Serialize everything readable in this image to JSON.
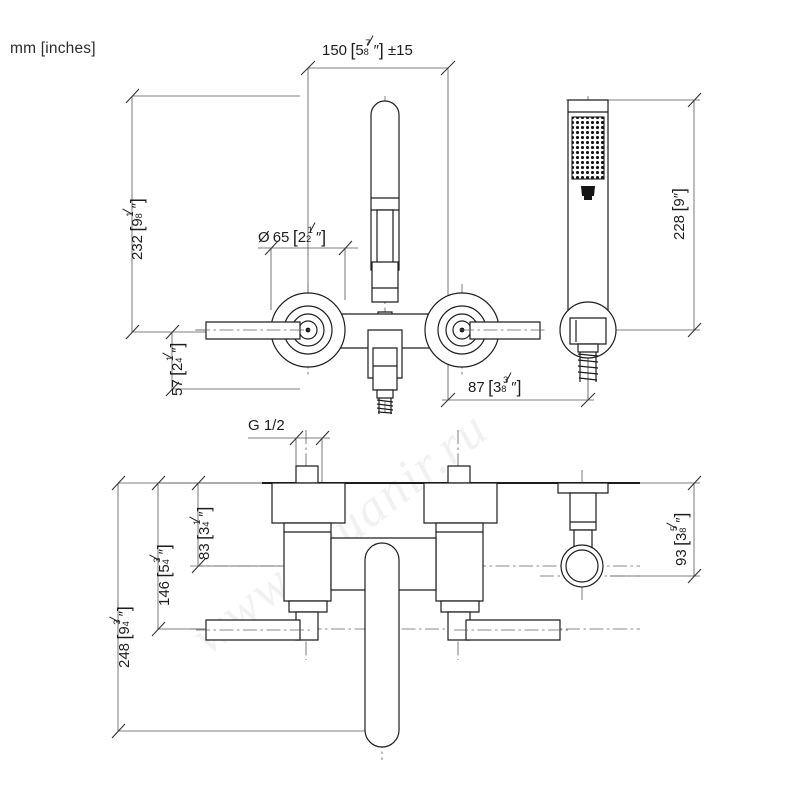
{
  "sheet": {
    "unit_note": "mm [inches]",
    "watermark": "www.aquanir.ru",
    "line_color": "#1d1d1d",
    "center_line_color": "#555555",
    "dim_line_color": "#555555",
    "background": "#ffffff"
  },
  "dimensions": {
    "top_width": {
      "mm": "150",
      "in_whole": "5",
      "in_num": "7",
      "in_den": "8",
      "tol": "±15"
    },
    "left_height": {
      "mm": "232",
      "in_whole": "9",
      "in_num": "1",
      "in_den": "8"
    },
    "handle_height": {
      "mm": "57",
      "in_whole": "2",
      "in_num": "1",
      "in_den": "4"
    },
    "rosette_dia": {
      "sym": "Ø",
      "mm": "65",
      "in_whole": "2",
      "in_num": "1",
      "in_den": "2"
    },
    "handshower_height": {
      "mm": "228",
      "in_whole": "9",
      "in_num": "",
      "in_den": ""
    },
    "projection_87": {
      "mm": "87",
      "in_whole": "3",
      "in_num": "3",
      "in_den": "8"
    },
    "thread": {
      "label": "G 1/2"
    },
    "body_depth_146": {
      "mm": "146",
      "in_whole": "5",
      "in_num": "3",
      "in_den": "4"
    },
    "body_depth_83": {
      "mm": "83",
      "in_whole": "3",
      "in_num": "1",
      "in_den": "4"
    },
    "total_depth_248": {
      "mm": "248",
      "in_whole": "9",
      "in_num": "3",
      "in_den": "4"
    },
    "holder_93": {
      "mm": "93",
      "in_whole": "3",
      "in_num": "5",
      "in_den": "8"
    }
  },
  "views": {
    "front_elevation": {
      "name": "front-elevation-view",
      "parts": [
        "left-cross-handle",
        "left-rosette",
        "mixer-body",
        "diverter-spout",
        "right-cross-handle",
        "right-rosette",
        "hose-connection"
      ]
    },
    "handshower": {
      "name": "handshower-elevation-view",
      "parts": [
        "handshower-stick",
        "spray-face",
        "wall-bracket",
        "hose-thread"
      ]
    },
    "side_section": {
      "name": "side-section-view",
      "parts": [
        "wall-line",
        "left-valve-body",
        "right-valve-body",
        "spout-down",
        "left-lever-handle",
        "right-lever-handle",
        "handshower-holder"
      ]
    }
  }
}
